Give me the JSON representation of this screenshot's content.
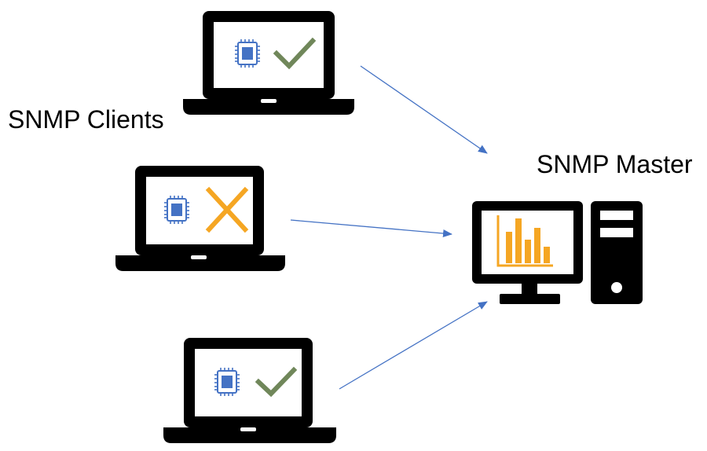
{
  "labels": {
    "clients": "SNMP Clients",
    "master": "SNMP Master"
  },
  "clients": [
    {
      "status": "ok",
      "status_icon": "check-icon"
    },
    {
      "status": "error",
      "status_icon": "x-icon"
    },
    {
      "status": "ok",
      "status_icon": "check-icon"
    }
  ],
  "colors": {
    "outline": "#000000",
    "screen": "#ffffff",
    "chip": "#4472c4",
    "check": "#70875a",
    "cross": "#f5a623",
    "chart": "#f5a623",
    "arrow": "#4472c4"
  }
}
